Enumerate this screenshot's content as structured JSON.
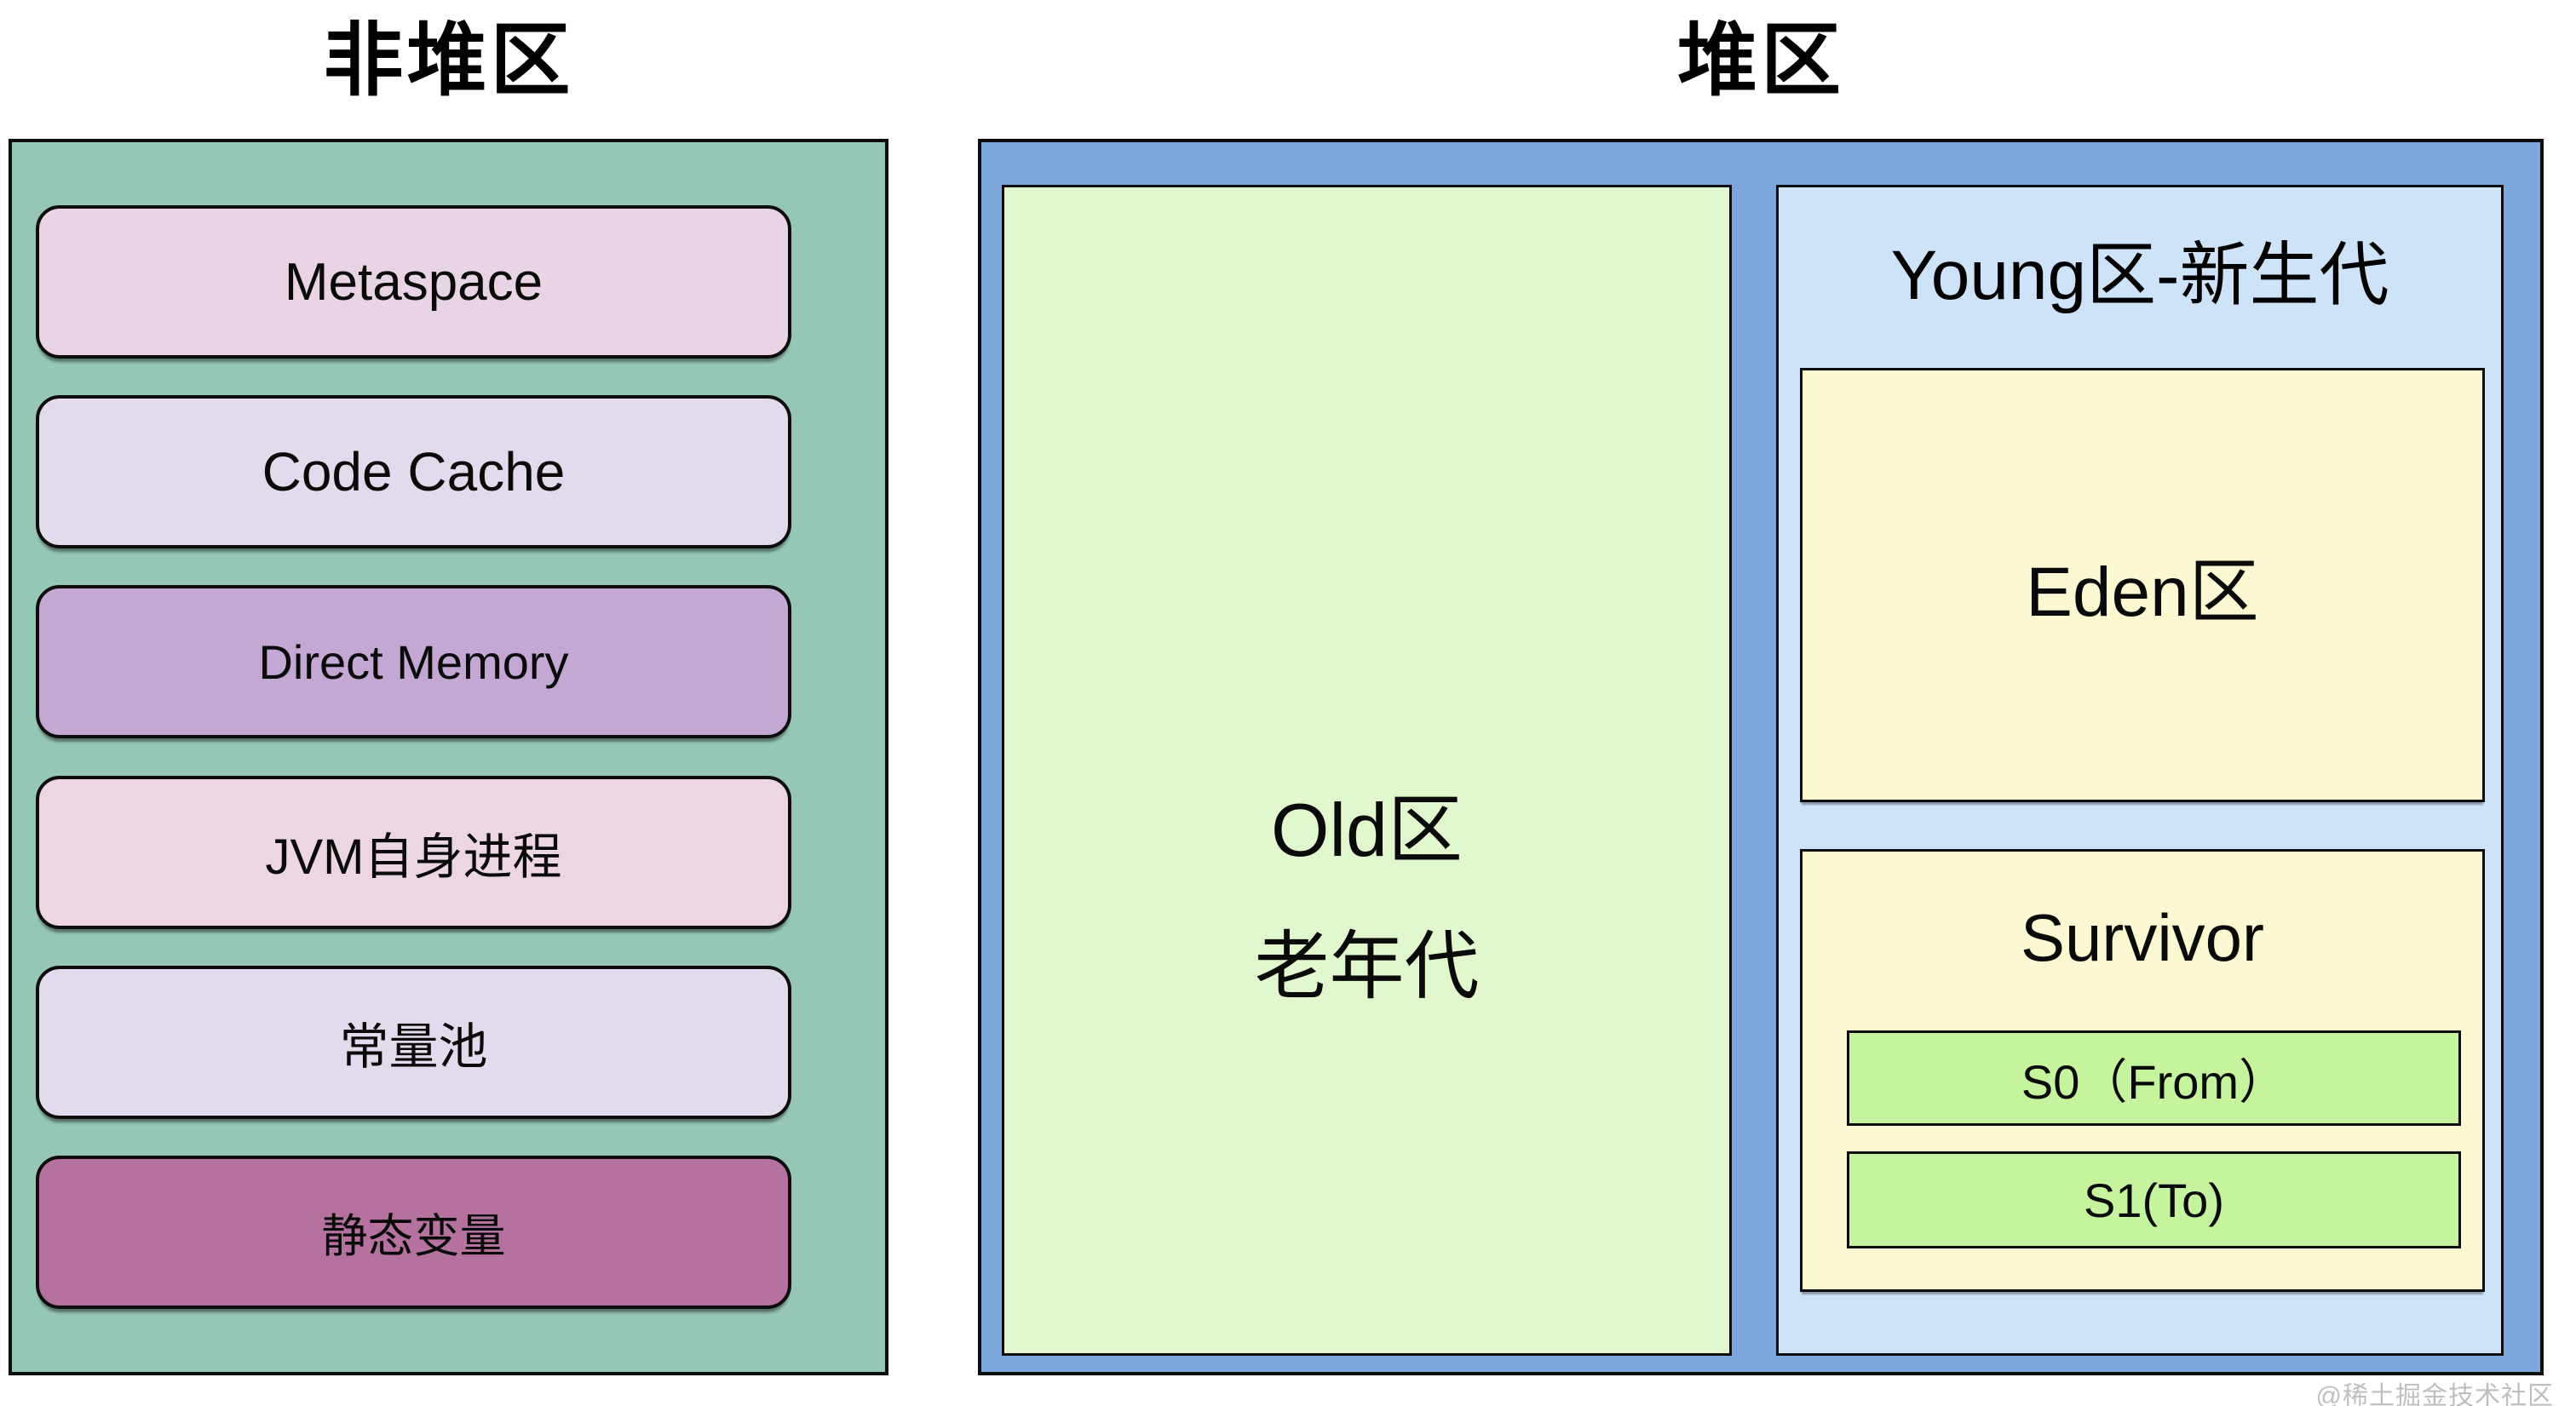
{
  "page": {
    "background": "#ffffff",
    "watermark": "@稀土掘金技术社区"
  },
  "non_heap": {
    "title": "非堆区",
    "container_color": "#95C6B6",
    "border_color": "#0d0d0d",
    "boxes": [
      {
        "label": "Metaspace",
        "color": "#E8D4E4"
      },
      {
        "label": "Code Cache",
        "color": "#E4DAED"
      },
      {
        "label": "Direct Memory",
        "color": "#C3A8D3"
      },
      {
        "label": "JVM自身进程",
        "color": "#EDD6E4"
      },
      {
        "label": "常量池",
        "color": "#E4DAED"
      },
      {
        "label": "静态变量",
        "color": "#B5729F"
      }
    ]
  },
  "heap": {
    "title": "堆区",
    "container_color": "#7DA6DC",
    "border_color": "#0d0d0d",
    "old": {
      "label_line1": "Old区",
      "label_line2": "老年代",
      "color": "#E1F8CE"
    },
    "young": {
      "title": "Young区-新生代",
      "color": "#CFE3F8",
      "eden": {
        "label": "Eden区",
        "color": "#FCF9D2"
      },
      "survivor": {
        "label": "Survivor",
        "color": "#FCF9D2",
        "slots": [
          {
            "label": "S0（From）",
            "color": "#C6F49E"
          },
          {
            "label": "S1(To)",
            "color": "#C6F49E"
          }
        ]
      }
    }
  }
}
